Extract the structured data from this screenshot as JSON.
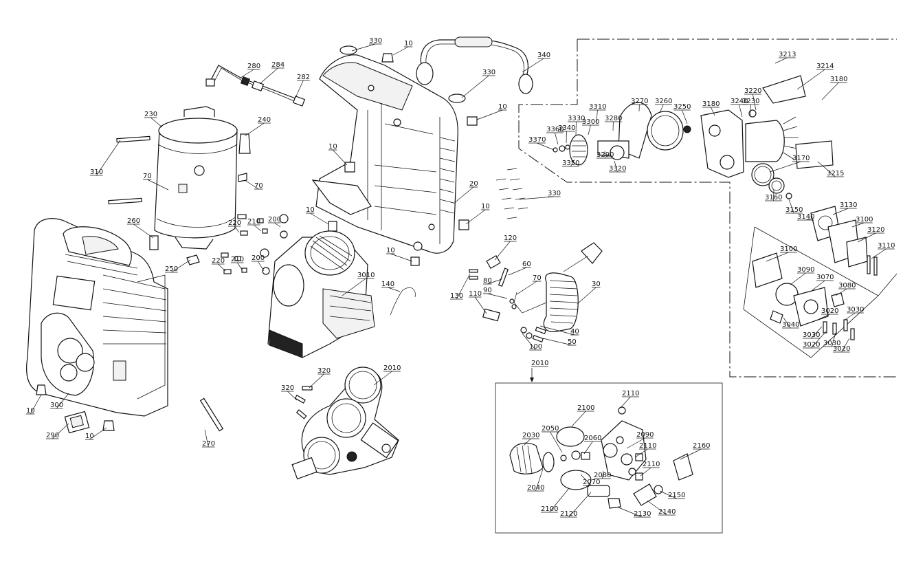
{
  "labels": [
    {
      "id": "l330a",
      "text": "330"
    },
    {
      "id": "l10a",
      "text": "10"
    },
    {
      "id": "l340",
      "text": "340"
    },
    {
      "id": "l330b",
      "text": "330"
    },
    {
      "id": "l10b",
      "text": "10"
    },
    {
      "id": "l280",
      "text": "280"
    },
    {
      "id": "l284",
      "text": "284"
    },
    {
      "id": "l282",
      "text": "282"
    },
    {
      "id": "l230",
      "text": "230"
    },
    {
      "id": "l240",
      "text": "240"
    },
    {
      "id": "l310",
      "text": "310"
    },
    {
      "id": "l70a",
      "text": "70"
    },
    {
      "id": "l70b",
      "text": "70"
    },
    {
      "id": "l10c",
      "text": "10"
    },
    {
      "id": "l20",
      "text": "20"
    },
    {
      "id": "l330c",
      "text": "330"
    },
    {
      "id": "l260",
      "text": "260"
    },
    {
      "id": "l220a",
      "text": "220"
    },
    {
      "id": "l210a",
      "text": "210"
    },
    {
      "id": "l200a",
      "text": "200"
    },
    {
      "id": "l10d",
      "text": "10"
    },
    {
      "id": "l10e",
      "text": "10"
    },
    {
      "id": "l10f",
      "text": "10"
    },
    {
      "id": "l250",
      "text": "250"
    },
    {
      "id": "l220b",
      "text": "220"
    },
    {
      "id": "l210b",
      "text": "210"
    },
    {
      "id": "l200b",
      "text": "200"
    },
    {
      "id": "l3010",
      "text": "3010"
    },
    {
      "id": "l140",
      "text": "140"
    },
    {
      "id": "l120",
      "text": "120"
    },
    {
      "id": "l60",
      "text": "60"
    },
    {
      "id": "l80",
      "text": "80"
    },
    {
      "id": "l70c",
      "text": "70"
    },
    {
      "id": "l90",
      "text": "90"
    },
    {
      "id": "l110",
      "text": "110"
    },
    {
      "id": "l130",
      "text": "130"
    },
    {
      "id": "l30",
      "text": "30"
    },
    {
      "id": "l40",
      "text": "40"
    },
    {
      "id": "l50",
      "text": "50"
    },
    {
      "id": "l100",
      "text": "100"
    },
    {
      "id": "l320a",
      "text": "320"
    },
    {
      "id": "l320b",
      "text": "320"
    },
    {
      "id": "l2010a",
      "text": "2010"
    },
    {
      "id": "l2010b",
      "text": "2010"
    },
    {
      "id": "l10g",
      "text": "10"
    },
    {
      "id": "l300",
      "text": "300"
    },
    {
      "id": "l290",
      "text": "290"
    },
    {
      "id": "l10h",
      "text": "10"
    },
    {
      "id": "l270",
      "text": "270"
    },
    {
      "id": "l2110a",
      "text": "2110"
    },
    {
      "id": "l2100a",
      "text": "2100"
    },
    {
      "id": "l2050",
      "text": "2050"
    },
    {
      "id": "l2030",
      "text": "2030"
    },
    {
      "id": "l2060",
      "text": "2060"
    },
    {
      "id": "l2090",
      "text": "2090"
    },
    {
      "id": "l2110b",
      "text": "2110"
    },
    {
      "id": "l2160",
      "text": "2160"
    },
    {
      "id": "l2110c",
      "text": "2110"
    },
    {
      "id": "l2070",
      "text": "2070"
    },
    {
      "id": "l2080",
      "text": "2080"
    },
    {
      "id": "l2040",
      "text": "2040"
    },
    {
      "id": "l2150",
      "text": "2150"
    },
    {
      "id": "l2100b",
      "text": "2100"
    },
    {
      "id": "l2120",
      "text": "2120"
    },
    {
      "id": "l2130",
      "text": "2130"
    },
    {
      "id": "l2140",
      "text": "2140"
    },
    {
      "id": "l3213",
      "text": "3213"
    },
    {
      "id": "l3214",
      "text": "3214"
    },
    {
      "id": "l3180a",
      "text": "3180"
    },
    {
      "id": "l3220",
      "text": "3220"
    },
    {
      "id": "l3230",
      "text": "3230"
    },
    {
      "id": "l3240",
      "text": "3240"
    },
    {
      "id": "l3180b",
      "text": "3180"
    },
    {
      "id": "l3250",
      "text": "3250"
    },
    {
      "id": "l3260",
      "text": "3260"
    },
    {
      "id": "l3270",
      "text": "3270"
    },
    {
      "id": "l3310",
      "text": "3310"
    },
    {
      "id": "l3330",
      "text": "3330"
    },
    {
      "id": "l3300",
      "text": "3300"
    },
    {
      "id": "l3280",
      "text": "3280"
    },
    {
      "id": "l3360",
      "text": "3360"
    },
    {
      "id": "l3340",
      "text": "3340"
    },
    {
      "id": "l3370",
      "text": "3370"
    },
    {
      "id": "l3350",
      "text": "3350"
    },
    {
      "id": "l3290",
      "text": "3290"
    },
    {
      "id": "l3320",
      "text": "3320"
    },
    {
      "id": "l3170",
      "text": "3170"
    },
    {
      "id": "l3215",
      "text": "3215"
    },
    {
      "id": "l3160",
      "text": "3160"
    },
    {
      "id": "l3150",
      "text": "3150"
    },
    {
      "id": "l3140",
      "text": "3140"
    },
    {
      "id": "l3130",
      "text": "3130"
    },
    {
      "id": "l3100a",
      "text": "3100"
    },
    {
      "id": "l3120",
      "text": "3120"
    },
    {
      "id": "l3110",
      "text": "3110"
    },
    {
      "id": "l3100b",
      "text": "3100"
    },
    {
      "id": "l3090",
      "text": "3090"
    },
    {
      "id": "l3070",
      "text": "3070"
    },
    {
      "id": "l3080",
      "text": "3080"
    },
    {
      "id": "l3040",
      "text": "3040"
    },
    {
      "id": "l3020a",
      "text": "3020"
    },
    {
      "id": "l3030a",
      "text": "3030"
    },
    {
      "id": "l3030b",
      "text": "3030"
    },
    {
      "id": "l3020b",
      "text": "3020"
    },
    {
      "id": "l3030c",
      "text": "3030"
    },
    {
      "id": "l3020c",
      "text": "3020"
    }
  ]
}
